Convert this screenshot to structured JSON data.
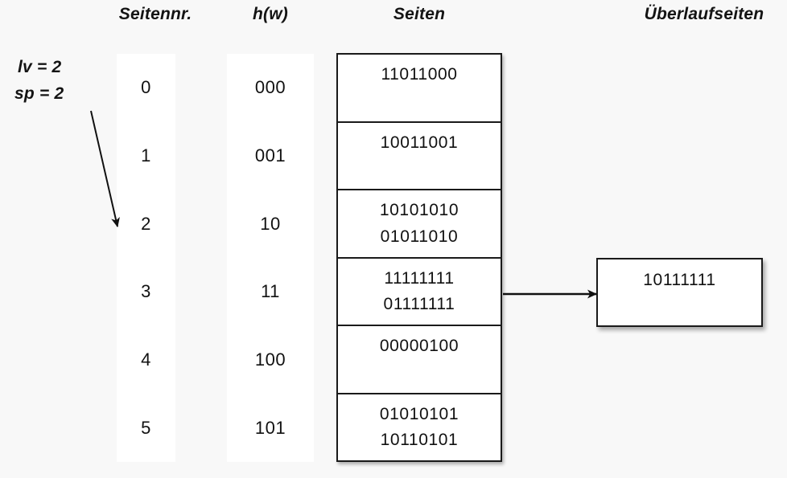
{
  "headers": {
    "seitennr": "Seitennr.",
    "hw": "h(w)",
    "seiten": "Seiten",
    "ueberlaufseiten": "Überlaufseiten"
  },
  "params": {
    "lv": "lv = 2",
    "sp": "sp = 2"
  },
  "rows": [
    {
      "seitennr": "0",
      "hw": "000",
      "page_lines": [
        "11011000"
      ]
    },
    {
      "seitennr": "1",
      "hw": "001",
      "page_lines": [
        "10011001"
      ]
    },
    {
      "seitennr": "2",
      "hw": "10",
      "page_lines": [
        "10101010",
        "01011010"
      ]
    },
    {
      "seitennr": "3",
      "hw": "11",
      "page_lines": [
        "11111111",
        "01111111"
      ]
    },
    {
      "seitennr": "4",
      "hw": "100",
      "page_lines": [
        "00000100"
      ]
    },
    {
      "seitennr": "5",
      "hw": "101",
      "page_lines": [
        "01010101",
        "10110101"
      ]
    }
  ],
  "overflow_pages": [
    {
      "page_lines": [
        "10111111"
      ]
    }
  ],
  "colors": {
    "background": "#f8f8f8",
    "surface": "#ffffff",
    "stroke": "#1a1a1a",
    "text": "#111111"
  }
}
